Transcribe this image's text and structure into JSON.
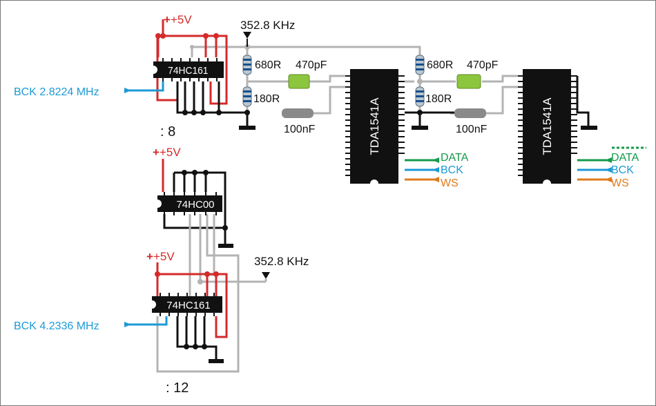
{
  "colors": {
    "power": "#d42a2a",
    "ground": "#111111",
    "wire_gray": "#b3b3b3",
    "chip": "#111111",
    "chip_text": "#ffffff",
    "input_blue": "#1a9ad6",
    "data_green": "#139a4a",
    "bck_blue": "#1a9ad6",
    "ws_orange": "#e07a1a",
    "capacitor_green": "#8cc63f",
    "capacitor_gray": "#8a8a8a",
    "border": "#777777"
  },
  "labels": {
    "vcc_top": "+5V",
    "vcc_mid": "+5V",
    "vcc_low": "+5V",
    "freq_top": "352.8 KHz",
    "freq_mid": "352.8 KHz",
    "bck_top": "BCK 2.8224 MHz",
    "bck_bottom": "BCK 4.2336 MHz",
    "div8": ": 8",
    "div12": ": 12"
  },
  "chips": {
    "counter_top": "74HC161",
    "gate": "74HC00",
    "counter_bottom": "74HC161",
    "dac_left": "TDA1541A",
    "dac_right": "TDA1541A"
  },
  "components": {
    "r_top_1": "680R",
    "r_bot_1": "180R",
    "c_top_1": "470pF",
    "c_bot_1": "100nF",
    "r_top_2": "680R",
    "r_bot_2": "180R",
    "c_top_2": "470pF",
    "c_bot_2": "100nF"
  },
  "signals": {
    "left": {
      "data": "DATA",
      "bck": "BCK",
      "ws": "WS"
    },
    "right": {
      "data": "DATA",
      "bck": "BCK",
      "ws": "WS"
    }
  },
  "icons": {
    "ground": "ground-symbol-icon",
    "clock_in": "arrow-right-icon",
    "clock_tap": "arrow-down-icon",
    "resistor": "resistor-icon",
    "capacitor": "capacitor-icon",
    "ic": "dip-ic-icon"
  }
}
